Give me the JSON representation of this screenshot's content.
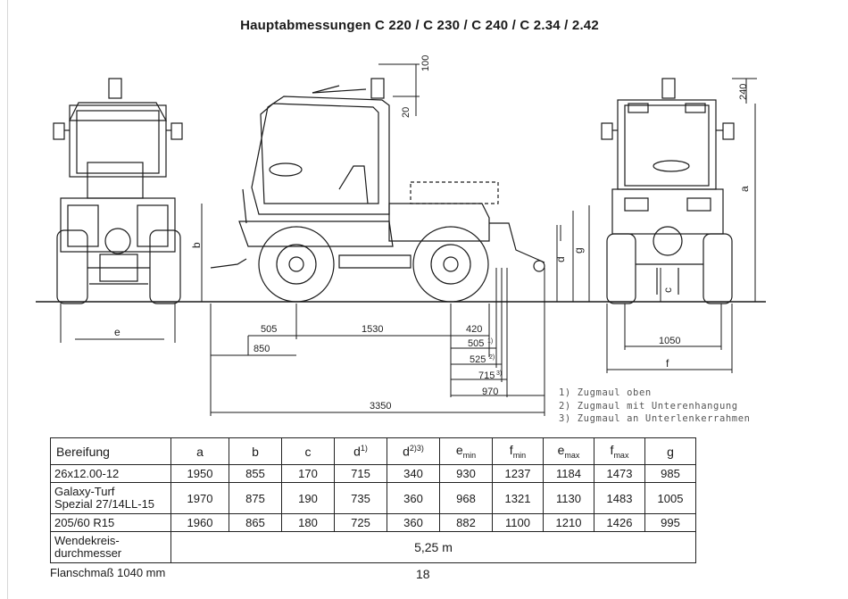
{
  "title": "Hauptabmessungen C 220 / C 230 / C 240 / C 2.34 / 2.42",
  "dimensions": {
    "top_100": "100",
    "top_20": "20",
    "top_240": "240",
    "label_a": "a",
    "label_b": "b",
    "label_c": "c",
    "label_d": "d",
    "label_e": "e",
    "label_f": "f",
    "label_g": "g",
    "dim_505": "505",
    "dim_1530": "1530",
    "dim_420": "420",
    "dim_850": "850",
    "dim_505b": "505",
    "dim_505b_mark": "1)",
    "dim_525": "525",
    "dim_525_mark": "2)",
    "dim_715": "715",
    "dim_715_mark": "3)",
    "dim_970": "970",
    "dim_3350": "3350",
    "dim_1050": "1050"
  },
  "footnotes": [
    "1) Zugmaul oben",
    "2) Zugmaul mit Unterenhangung",
    "3) Zugmaul an Unterlenkerrahmen"
  ],
  "table": {
    "header": {
      "bereifung": "Bereifung",
      "a": "a",
      "b": "b",
      "c": "c",
      "d": "d",
      "d_sup": "1)",
      "d2": "d",
      "d2_sup": "2)3)",
      "e": "e",
      "e_sub": "min",
      "f": "f",
      "f_sub": "min",
      "e2": "e",
      "e2_sub": "max",
      "f2": "f",
      "f2_sub": "max",
      "g": "g"
    },
    "rows": [
      {
        "label1": "26x12.00-12",
        "label2": "",
        "values": [
          "1950",
          "855",
          "170",
          "715",
          "340",
          "930",
          "1237",
          "1184",
          "1473",
          "985"
        ]
      },
      {
        "label1": "Galaxy-Turf",
        "label2": "Spezial 27/14LL-15",
        "values": [
          "1970",
          "875",
          "190",
          "735",
          "360",
          "968",
          "1321",
          "1130",
          "1483",
          "1005"
        ]
      },
      {
        "label1": "205/60 R15",
        "label2": "",
        "values": [
          "1960",
          "865",
          "180",
          "725",
          "360",
          "882",
          "1100",
          "1210",
          "1426",
          "995"
        ]
      }
    ],
    "turning": {
      "label1": "Wendekreis-",
      "label2": "durchmesser",
      "value": "5,25 m"
    }
  },
  "flansch": "Flanschmaß 1040 mm",
  "page_number": "18"
}
